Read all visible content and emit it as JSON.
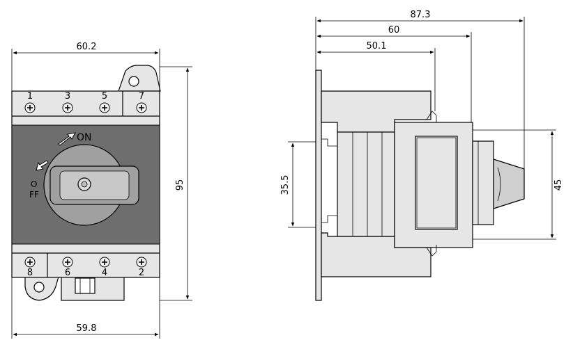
{
  "front_view": {
    "dimensions": {
      "top_width": "60.2",
      "bottom_width": "59.8",
      "height": "95"
    },
    "terminals_top": [
      "1",
      "3",
      "5",
      "7"
    ],
    "terminals_bottom": [
      "8",
      "6",
      "4",
      "2"
    ],
    "on_label": "ON",
    "off_label_o": "O",
    "off_label_ff": "FF"
  },
  "side_view": {
    "dimensions": {
      "overall_depth": "87.3",
      "depth_60": "60",
      "depth_50": "50.1",
      "rail_height": "35.5",
      "front_height": "45"
    }
  },
  "colors": {
    "body_gray": "#e6e6e6",
    "panel_gray": "#6e6e6e",
    "handle_gray": "#a0a0a0",
    "line": "#000000"
  }
}
